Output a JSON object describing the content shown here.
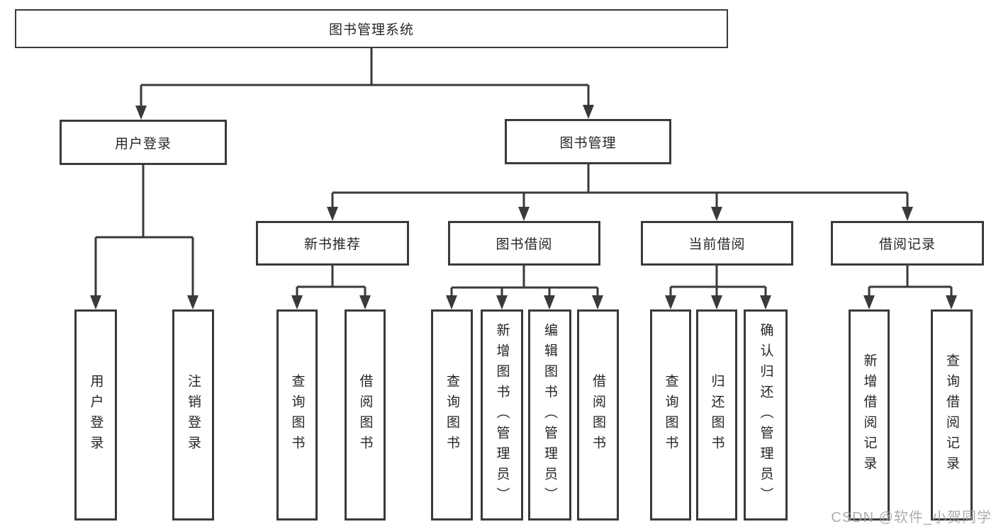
{
  "diagram_title": "图书管理系统",
  "tree": {
    "label": "图书管理系统",
    "children": [
      {
        "label": "用户登录",
        "children": [
          {
            "label": "用户登录"
          },
          {
            "label": "注销登录"
          }
        ]
      },
      {
        "label": "图书管理",
        "children": [
          {
            "label": "新书推荐",
            "children": [
              {
                "label": "查询图书"
              },
              {
                "label": "借阅图书"
              }
            ]
          },
          {
            "label": "图书借阅",
            "children": [
              {
                "label": "查询图书"
              },
              {
                "label": "新增图书（管理员）"
              },
              {
                "label": "编辑图书（管理员）"
              },
              {
                "label": "借阅图书"
              }
            ]
          },
          {
            "label": "当前借阅",
            "children": [
              {
                "label": "查询图书"
              },
              {
                "label": "归还图书"
              },
              {
                "label": "确认归还（管理员）"
              }
            ]
          },
          {
            "label": "借阅记录",
            "children": [
              {
                "label": "新增借阅记录"
              },
              {
                "label": "查询借阅记录"
              }
            ]
          }
        ]
      }
    ]
  },
  "watermark": "CSDN @软件_小贺同学",
  "colors": {
    "line": "#3a3a3a",
    "box_border": "#3a3a3a",
    "box_fill": "#ffffff",
    "text": "#262626",
    "watermark": "#9e9e9e",
    "background": "#ffffff"
  }
}
